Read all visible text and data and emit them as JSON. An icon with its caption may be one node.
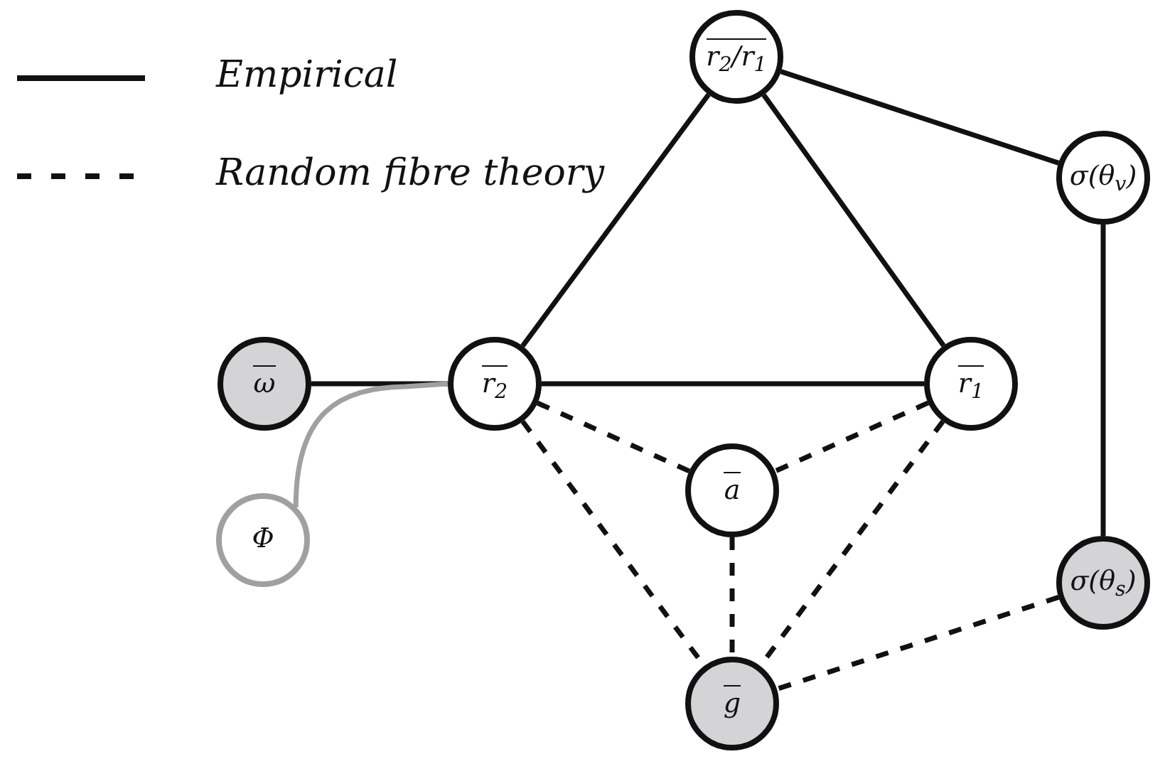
{
  "diagram": {
    "nodes": [
      {
        "text": [
          "r$_{2}$/r$_{1}$"
        ]
      },
      {
        "text": [
          "σ(θ$_{v}$)"
        ]
      },
      {
        "text": [
          "ω"
        ]
      },
      {
        "text": [
          "r$_{2}$"
        ]
      },
      {
        "text": [
          "r$_{1}$"
        ]
      },
      {
        "text": [
          "a"
        ]
      },
      {
        "text": [
          "Φ"
        ]
      },
      {
        "text": [
          "σ(θ$_{s}$)"
        ]
      },
      {
        "text": [
          "g"
        ]
      }
    ],
    "edges": [
      {
        "from": 0,
        "to": 3,
        "arrow": "none"
      },
      {
        "from": 0,
        "to": 4,
        "arrow": "none"
      },
      {
        "from": 0,
        "to": 1,
        "arrow": "none"
      },
      {
        "from": 1,
        "to": 7,
        "arrow": "none"
      },
      {
        "from": 2,
        "to": 3,
        "arrow": "none"
      },
      {
        "from": 6,
        "to": 3,
        "arrow": "none",
        "color": "#a0a0a0"
      },
      {
        "from": 3,
        "to": 4,
        "arrow": "none"
      },
      {
        "from": 3,
        "to": 5,
        "arrow": "none",
        "style": "dashed"
      },
      {
        "from": 4,
        "to": 5,
        "arrow": "none",
        "style": "dashed"
      },
      {
        "from": 3,
        "to": 8,
        "arrow": "none",
        "style": "dashed"
      },
      {
        "from": 4,
        "to": 8,
        "arrow": "none",
        "style": "dashed"
      },
      {
        "from": 5,
        "to": 8,
        "arrow": "none",
        "style": "dashed"
      },
      {
        "from": 7,
        "to": 8,
        "arrow": "none",
        "style": "dashed"
      }
    ],
    "legend": [
      {
        "text": "Empirical"
      },
      {
        "text": "Random fibre theory"
      }
    ]
  }
}
